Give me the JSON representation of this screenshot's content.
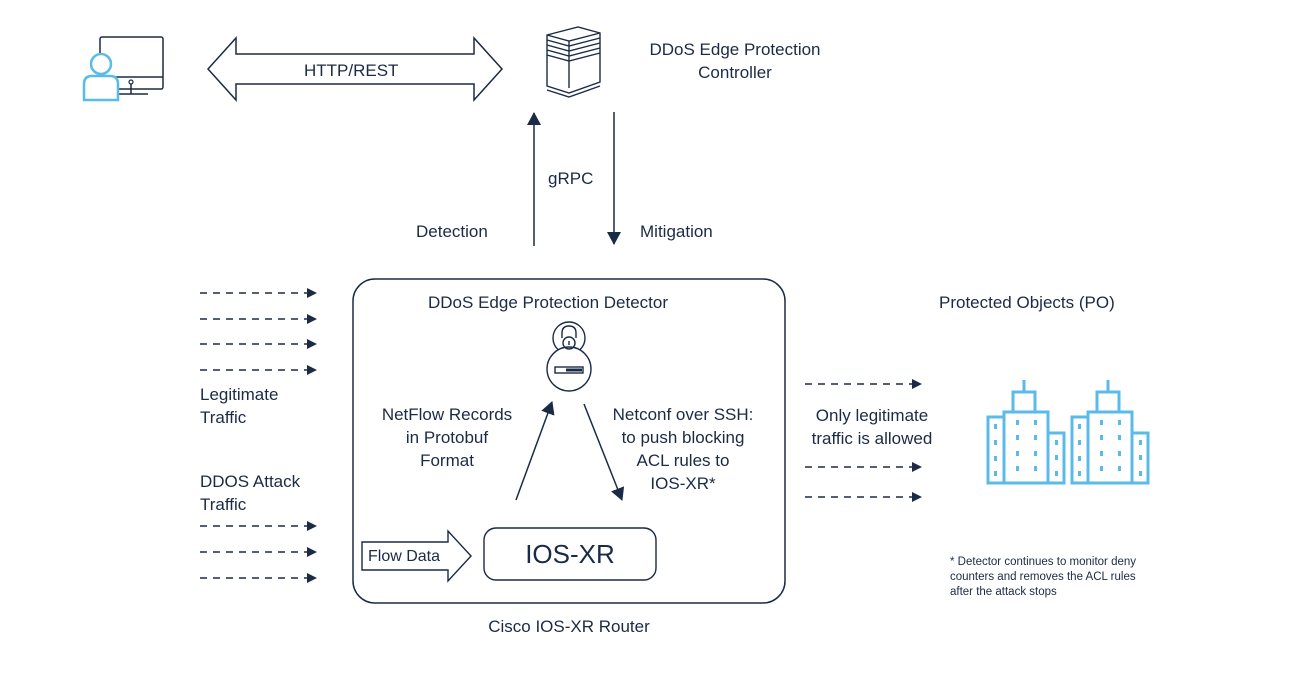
{
  "diagram": {
    "title_controller": [
      "DDoS Edge Protection",
      "Controller"
    ],
    "http_link": "HTTP/REST",
    "grpc": "gRPC",
    "detection": "Detection",
    "mitigation": "Mitigation",
    "router_box": {
      "detector_title": "DDoS Edge Protection Detector",
      "netflow_label": [
        "NetFlow Records",
        "in Protobuf",
        "Format"
      ],
      "netconf_label": [
        "Netconf over SSH:",
        "to push blocking",
        "ACL rules to",
        "IOS-XR*"
      ],
      "flow_data": "Flow Data",
      "iosxr": "IOS-XR",
      "caption": "Cisco IOS-XR Router"
    },
    "left": {
      "legit_label": [
        "Legitimate",
        "Traffic"
      ],
      "attack_label": [
        "DDOS Attack",
        "Traffic"
      ]
    },
    "right": {
      "po_title": "Protected Objects (PO)",
      "allowed_label": [
        "Only legitimate",
        "traffic is allowed"
      ],
      "footnote": [
        "* Detector continues to monitor deny",
        "counters and removes the ACL rules",
        "after the attack stops"
      ]
    },
    "icons": {
      "user": "user-workstation-icon",
      "server": "server-icon",
      "detector": "security-appliance-icon",
      "buildings": "buildings-icon"
    },
    "colors": {
      "ink": "#1b2a45",
      "accent": "#5bbbe8"
    }
  }
}
